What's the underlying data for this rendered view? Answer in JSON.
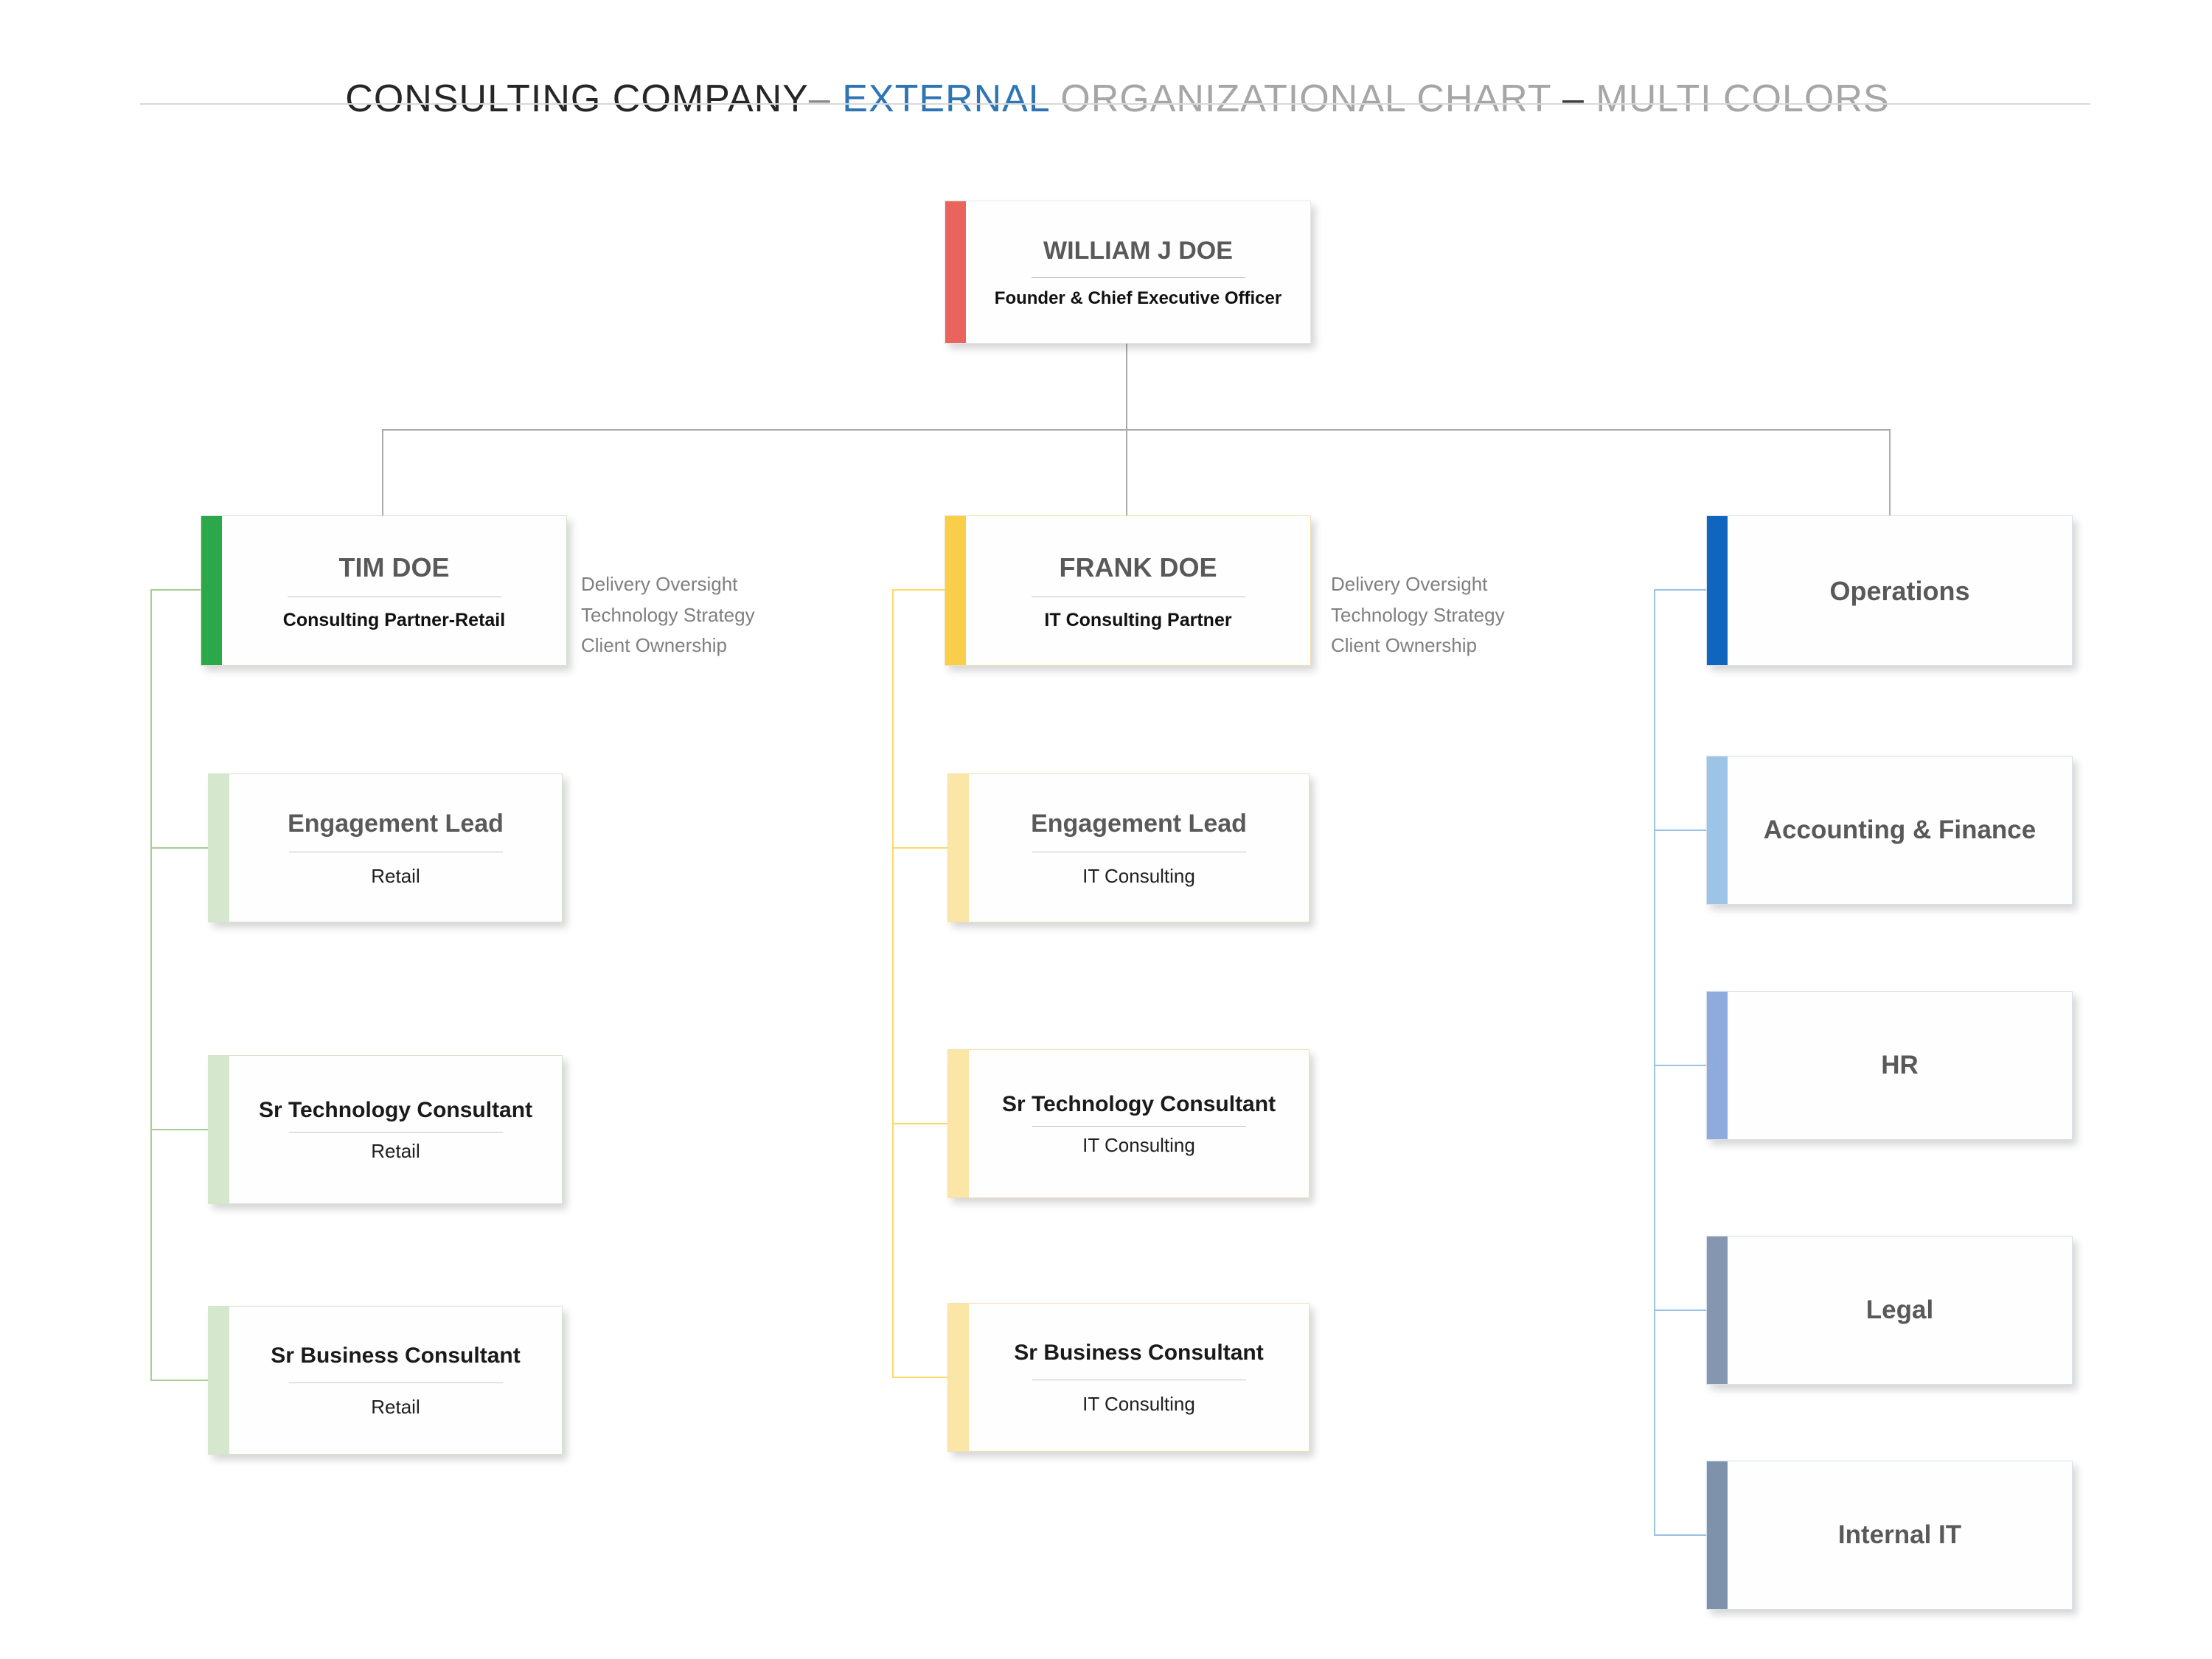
{
  "page": {
    "title_segments": [
      {
        "text": "CONSULTING COMPANY",
        "color": "#262626"
      },
      {
        "text": "– ",
        "color": "#8C8C8C"
      },
      {
        "text": "EXTERNAL",
        "color": "#2E75B6"
      },
      {
        "text": " ORGANIZATIONAL CHART ",
        "color": "#A6A6A6"
      },
      {
        "text": "– ",
        "color": "#404040"
      },
      {
        "text": "MULTI COLORS",
        "color": "#A6A6A6"
      }
    ]
  },
  "tree_line_color": "#ABABAB",
  "ceo": {
    "name": "WILLIAM J DOE",
    "role": "Founder & Chief Executive Officer",
    "accent_color": "#E8645C"
  },
  "branches": [
    {
      "name": "retail",
      "accent_color": "#2BA84A",
      "child_accent_color": "#D5E8CE",
      "connector_color": "#A5CE93",
      "head": {
        "title": "TIM DOE",
        "subtitle": "Consulting Partner-Retail"
      },
      "annotation_lines": [
        "Delivery Oversight",
        "Technology Strategy",
        "Client Ownership"
      ],
      "children": [
        {
          "title": "Engagement Lead",
          "subtitle": "Retail"
        },
        {
          "title": "Sr Technology Consultant",
          "subtitle": "Retail"
        },
        {
          "title": "Sr Business Consultant",
          "subtitle": "Retail"
        }
      ]
    },
    {
      "name": "it-consulting",
      "accent_color": "#F8CE4B",
      "child_accent_color": "#FBE6A7",
      "connector_color": "#FFD966",
      "head": {
        "title": "FRANK DOE",
        "subtitle": "IT Consulting Partner"
      },
      "annotation_lines": [
        "Delivery Oversight",
        "Technology Strategy",
        "Client Ownership"
      ],
      "children": [
        {
          "title": "Engagement Lead",
          "subtitle": "IT Consulting"
        },
        {
          "title": "Sr Technology Consultant",
          "subtitle": "IT Consulting"
        },
        {
          "title": "Sr Business Consultant",
          "subtitle": "IT Consulting"
        }
      ]
    },
    {
      "name": "operations",
      "accent_color": "#1066BF",
      "connector_color": "#9CC2E5",
      "head": {
        "title": "Operations"
      },
      "children": [
        {
          "title": "Accounting & Finance",
          "accent_color": "#9DC3E6"
        },
        {
          "title": "HR",
          "accent_color": "#8FAADC"
        },
        {
          "title": "Legal",
          "accent_color": "#8496B0"
        },
        {
          "title": "Internal IT",
          "accent_color": "#7F92AC"
        }
      ]
    }
  ]
}
